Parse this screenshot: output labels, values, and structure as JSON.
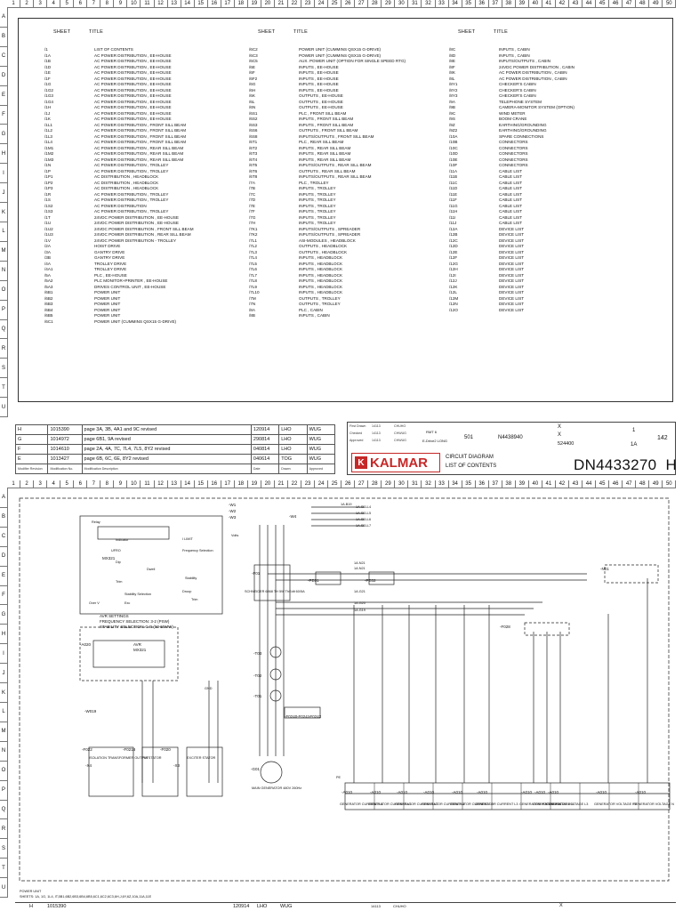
{
  "ruler_numbers": [
    "1",
    "2",
    "3",
    "4",
    "5",
    "6",
    "7",
    "8",
    "9",
    "10",
    "11",
    "12",
    "13",
    "14",
    "15",
    "16",
    "17",
    "18",
    "19",
    "20",
    "21",
    "22",
    "23",
    "24",
    "25",
    "26",
    "27",
    "28",
    "29",
    "30",
    "31",
    "32",
    "33",
    "34",
    "35",
    "36",
    "37",
    "38",
    "39",
    "40",
    "41",
    "42",
    "43",
    "44",
    "45",
    "46",
    "47",
    "48",
    "49",
    "50"
  ],
  "ruler_letters": [
    "A",
    "B",
    "C",
    "D",
    "E",
    "F",
    "G",
    "H",
    "I",
    "J",
    "K",
    "L",
    "M",
    "N",
    "O",
    "P",
    "Q",
    "R",
    "S",
    "T",
    "U"
  ],
  "contents": {
    "column_headers": [
      {
        "sheet": "SHEET",
        "title": "TITLE"
      },
      {
        "sheet": "SHEET",
        "title": "TITLE"
      },
      {
        "sheet": "SHEET",
        "title": "TITLE"
      }
    ],
    "columns": [
      [
        [
          "/1",
          "LIST OF CONTENTS"
        ],
        [
          "/1A",
          "AC POWER DISTRIBUTION , EE-HOUSE"
        ],
        [
          "/1B",
          "AC POWER DISTRIBUTION , EE-HOUSE"
        ],
        [
          "/1D",
          "AC POWER DISTRIBUTION , EE-HOUSE"
        ],
        [
          "/1E",
          "AC POWER DISTRIBUTION , EE-HOUSE"
        ],
        [
          "/1F",
          "AC POWER DISTRIBUTION , EE-HOUSE"
        ],
        [
          "/1G",
          "AC POWER DISTRIBUTION , EE-HOUSE"
        ],
        [
          "/1G2",
          "AC POWER DISTRIBUTION , EE-HOUSE"
        ],
        [
          "/1G3",
          "AC POWER DISTRIBUTION , EE-HOUSE"
        ],
        [
          "/1G4",
          "AC POWER DISTRIBUTION , EE-HOUSE"
        ],
        [
          "/1H",
          "AC POWER DISTRIBUTION , EE-HOUSE"
        ],
        [
          "/1J",
          "AC POWER DISTRIBUTION , EE-HOUSE"
        ],
        [
          "/1K",
          "AC POWER DISTRIBUTION , EE-HOUSE"
        ],
        [
          "/1L1",
          "AC POWER DISTRIBUTION , FRONT SILL BEAM"
        ],
        [
          "/1L2",
          "AC POWER DISTRIBUTION , FRONT SILL BEAM"
        ],
        [
          "/1L3",
          "AC POWER DISTRIBUTION , FRONT SILL BEAM"
        ],
        [
          "/1L4",
          "AC POWER DISTRIBUTION , FRONT SILL BEAM"
        ],
        [
          "/1M1",
          "AC POWER DISTRIBUTION , REAR SILL BEAM"
        ],
        [
          "/1M2",
          "AC POWER DISTRIBUTION , REAR SILL BEAM"
        ],
        [
          "/1M3",
          "AC POWER DISTRIBUTION , REAR SILL BEAM"
        ],
        [
          "/1N",
          "AC POWER DISTRIBUTION , TROLLEY"
        ],
        [
          "/1P",
          "AC POWER DISTRIBUTION , TROLLEY"
        ],
        [
          "/1P1",
          "AC DISTRIBUTION , HEADBLOCK"
        ],
        [
          "/1P2",
          "AC DISTRIBUTION , HEADBLOCK"
        ],
        [
          "/1P3",
          "AC DISTRIBUTION , HEADBLOCK"
        ],
        [
          "/1R",
          "AC POWER DISTRIBUTION , TROLLEY"
        ],
        [
          "/1S",
          "AC POWER DISTRIBUTION , TROLLEY"
        ],
        [
          "/1S2",
          "AC POWER DISTRIBUTION"
        ],
        [
          "/1S3",
          "AC POWER DISTRIBUTION , TROLLEY"
        ],
        [
          "/1T",
          "24VDC POWER DISTRIBUTION , EE-HOUSE"
        ],
        [
          "/1U",
          "24VDC POWER DISTRIBUTION , EE-HOUSE"
        ],
        [
          "/1U2",
          "24VDC POWER DISTRIBUTION , FRONT SILL BEAM"
        ],
        [
          "/1U3",
          "24VDC POWER DISTRIBUTION , REAR SILL BEAM"
        ],
        [
          "/1V",
          "24VDC POWER DISTRIBUTION - TROLLEY"
        ],
        [
          "/2A",
          "HOIST DRIVE"
        ],
        [
          "/3A",
          "GANTRY DRIVE"
        ],
        [
          "/3B",
          "GANTRY DRIVE"
        ],
        [
          "/4A",
          "TROLLEY DRIVE"
        ],
        [
          "/4A1",
          "TROLLEY DRIVE"
        ],
        [
          "/5A",
          "PLC , EE-HOUSE"
        ],
        [
          "/5A2",
          "PLC MONITOR+PRINTER , EE-HOUSE"
        ],
        [
          "/5A3",
          "DRIVES CONTROL UNIT , EE-HOUSE"
        ],
        [
          "/6B1",
          "POWER UNIT"
        ],
        [
          "/6B2",
          "POWER UNIT"
        ],
        [
          "/6B3",
          "POWER UNIT"
        ],
        [
          "/6B4",
          "POWER UNIT"
        ],
        [
          "/6B5",
          "POWER UNIT"
        ],
        [
          "/6C1",
          "POWER UNIT (CUMMINS QSX15 G-DRIVE)"
        ]
      ],
      [
        [
          "/6C2",
          "POWER UNIT (CUMMINS QSX15 G-DRIVE)"
        ],
        [
          "/6C3",
          "POWER UNIT (CUMMINS QSX15 G-DRIVE)"
        ],
        [
          "/6C5",
          "AUX. POWER UNIT (OPTION FOR SINGLE SPEED RTG)"
        ],
        [
          "/6E",
          "INPUTS , EE-HOUSE"
        ],
        [
          "/6F",
          "INPUTS , EE-HOUSE"
        ],
        [
          "/6F2",
          "INPUTS , EE-HOUSE"
        ],
        [
          "/6G",
          "INPUTS , EE-HOUSE"
        ],
        [
          "/6H",
          "INPUTS , EE-HOUSE"
        ],
        [
          "/6K",
          "OUTPUTS , EE-HOUSE"
        ],
        [
          "/6L",
          "OUTPUTS , EE-HOUSE"
        ],
        [
          "/6N",
          "OUTPUTS , EE-HOUSE"
        ],
        [
          "/6S1",
          "PLC , FRONT SILL BEAM"
        ],
        [
          "/6S2",
          "INPUTS , FRONT SILL BEAM"
        ],
        [
          "/6S3",
          "INPUTS , FRONT SILL BEAM"
        ],
        [
          "/6S6",
          "OUTPUTS , FRONT SILL BEAM"
        ],
        [
          "/6S8",
          "INPUTS/OUTPUTS , FRONT SILL BEAM"
        ],
        [
          "/6T1",
          "PLC , REAR SILL BEAM"
        ],
        [
          "/6T2",
          "INPUTS , REAR SILL BEAM"
        ],
        [
          "/6T3",
          "INPUTS , REAR SILL BEAM"
        ],
        [
          "/6T4",
          "INPUTS , REAR SILL BEAM"
        ],
        [
          "/6T5",
          "INPUTS/OUTPUTS , REAR SILL BEAM"
        ],
        [
          "/6T6",
          "OUTPUTS , REAR SILL BEAM"
        ],
        [
          "/6T8",
          "INPUTS/OUTPUTS , REAR SILL BEAM"
        ],
        [
          "/7A",
          "PLC , TROLLEY"
        ],
        [
          "/7B",
          "INPUTS , TROLLEY"
        ],
        [
          "/7C",
          "INPUTS , TROLLEY"
        ],
        [
          "/7D",
          "INPUTS , TROLLEY"
        ],
        [
          "/7E",
          "INPUTS , TROLLEY"
        ],
        [
          "/7F",
          "INPUTS , TROLLEY"
        ],
        [
          "/7G",
          "INPUTS , TROLLEY"
        ],
        [
          "/7H",
          "INPUTS , TROLLEY"
        ],
        [
          "/7K1",
          "INPUTS/OUTPUTS , SPREADER"
        ],
        [
          "/7K2",
          "INPUTS/OUTPUTS , SPREADER"
        ],
        [
          "/7L1",
          "ASI-MODULES , HEADBLOCK"
        ],
        [
          "/7L2",
          "OUTPUTS , HEADBLOCK"
        ],
        [
          "/7L3",
          "OUTPUTS , HEADBLOCK"
        ],
        [
          "/7L4",
          "INPUTS , HEADBLOCK"
        ],
        [
          "/7L5",
          "INPUTS , HEADBLOCK"
        ],
        [
          "/7L6",
          "INPUTS , HEADBLOCK"
        ],
        [
          "/7L7",
          "INPUTS , HEADBLOCK"
        ],
        [
          "/7L8",
          "INPUTS , HEADBLOCK"
        ],
        [
          "/7L9",
          "INPUTS , HEADBLOCK"
        ],
        [
          "/7L10",
          "INPUTS , HEADBLOCK"
        ],
        [
          "/7M",
          "OUTPUTS , TROLLEY"
        ],
        [
          "/7N",
          "OUTPUTS , TROLLEY"
        ],
        [
          "/8A",
          "PLC , CABIN"
        ],
        [
          "/8B",
          "INPUTS , CABIN"
        ]
      ],
      [
        [
          "/8C",
          "INPUTS , CABIN"
        ],
        [
          "/8D",
          "INPUTS , CABIN"
        ],
        [
          "/8E",
          "INPUTS/OUTPUTS , CABIN"
        ],
        [
          "/8F",
          "24VDC POWER DISTRIBUTION , CABIN"
        ],
        [
          "/8K",
          "AC POWER DISTRIBUTION , CABIN"
        ],
        [
          "/8L",
          "AC POWER DISTRIBUTION , CABIN"
        ],
        [
          "/8Y1",
          "CHECKER'S CABIN"
        ],
        [
          "/8Y2",
          "CHECKER'S CABIN"
        ],
        [
          "/8Y3",
          "CHECKER'S CABIN"
        ],
        [
          "/9A",
          "TELEPHONE SYSTEM"
        ],
        [
          "/9B",
          "CAMERA-MONITOR SYSTEM (OPTION)"
        ],
        [
          "/9C",
          "WIND METER"
        ],
        [
          "/9S",
          "BOOM CRANE"
        ],
        [
          "/9Z",
          "EARTHING/GROUNDING"
        ],
        [
          "/9Z2",
          "EARTHING/GROUNDING"
        ],
        [
          "/10A",
          "SPARE CONNECTIONS"
        ],
        [
          "/10B",
          "CONNECTORS"
        ],
        [
          "/10C",
          "CONNECTORS"
        ],
        [
          "/10D",
          "CONNECTORS"
        ],
        [
          "/10E",
          "CONNECTORS"
        ],
        [
          "/10F",
          "CONNECTORS"
        ],
        [
          "/11A",
          "CABLE LIST"
        ],
        [
          "/11B",
          "CABLE LIST"
        ],
        [
          "/11C",
          "CABLE LIST"
        ],
        [
          "/11D",
          "CABLE LIST"
        ],
        [
          "/11E",
          "CABLE LIST"
        ],
        [
          "/11F",
          "CABLE LIST"
        ],
        [
          "/11G",
          "CABLE LIST"
        ],
        [
          "/11H",
          "CABLE LIST"
        ],
        [
          "/11I",
          "CABLE LIST"
        ],
        [
          "/11J",
          "CABLE LIST"
        ],
        [
          "/12A",
          "DEVICE LIST"
        ],
        [
          "/12B",
          "DEVICE LIST"
        ],
        [
          "/12C",
          "DEVICE LIST"
        ],
        [
          "/12D",
          "DEVICE LIST"
        ],
        [
          "/12E",
          "DEVICE LIST"
        ],
        [
          "/12F",
          "DEVICE LIST"
        ],
        [
          "/12G",
          "DEVICE LIST"
        ],
        [
          "/12H",
          "DEVICE LIST"
        ],
        [
          "/12I",
          "DEVICE LIST"
        ],
        [
          "/12J",
          "DEVICE LIST"
        ],
        [
          "/12K",
          "DEVICE LIST"
        ],
        [
          "/12L",
          "DEVICE LIST"
        ],
        [
          "/12M",
          "DEVICE LIST"
        ],
        [
          "/12N",
          "DEVICE LIST"
        ],
        [
          "/12O",
          "DEVICE LIST"
        ]
      ]
    ]
  },
  "revisions": [
    {
      "rev": "H",
      "no": "1015390",
      "desc": "page 3A, 3B, 4A1 and 9C revised",
      "date": "120914",
      "by": "LHO",
      "app": "WUG"
    },
    {
      "rev": "G",
      "no": "1014972",
      "desc": "page 6B1, 9A revised",
      "date": "290814",
      "by": "LHO",
      "app": "WUG"
    },
    {
      "rev": "F",
      "no": "1014610",
      "desc": "page 2A, 4A, 7C, 7L4, 7L5, 8Y2 revised",
      "date": "040814",
      "by": "LHO",
      "app": "WUG"
    },
    {
      "rev": "E",
      "no": "1013427",
      "desc": "page 6B, 6C, 6E, 8Y2 revised",
      "date": "040614",
      "by": "TOG",
      "app": "WUG"
    }
  ],
  "revision_footer": {
    "c1": "Modifier Revision",
    "c2": "Modification No.",
    "c3": "Modification Description",
    "c4": "Date",
    "c5": "Drawn",
    "c6": "Approved"
  },
  "title_block": {
    "logo": "KALMAR",
    "drawing_type": "CIRCUIT DIAGRAM",
    "sheet_title": "LIST OF CONTENTS",
    "drawing_no": "DN4433270",
    "revision": "H",
    "sheet": "1",
    "sheets": "142",
    "item1": "501",
    "item2": "N4438940",
    "item3": "524400",
    "item4": "X",
    "item5": "X",
    "item6": "1A",
    "drawn": "14113",
    "drawn_by": "CHUHO",
    "checked_by": "CHWUG",
    "product": "RMT 6",
    "product2": "E-Drive2 LONG",
    "tiny_first": "First Drawn",
    "tiny_checked": "Checked",
    "tiny_approved": "Approved"
  },
  "schematic": {
    "avr_settings": [
      "AVR SETTINGS",
      "FREQUENCY SELECTION: 3-2 (PSW)",
      "STABILITY SELECTION: C-B (50-55MW)"
    ],
    "avr_label": "AVR",
    "avr_model": "MX321",
    "avr_tag": "-A020",
    "pcb_title": "MX321",
    "relay": "Relay",
    "volts": "Volts",
    "indicator": "Indicator",
    "ufro": "UFRO",
    "limit": "I LIMIT",
    "dip": "Dip",
    "freq": "Frequency Selection",
    "dwell": "Dwell",
    "trim": "Trim",
    "stability": "Stability",
    "stab_sel": "Stability Selection",
    "over_v": "Over V",
    "exc": "Exc",
    "droop": "Droop",
    "ttrim": "Trim",
    "gnd": "GND",
    "tags": [
      "-W1",
      "-W2",
      "-W3",
      "-W4",
      "-F01",
      "-PE01",
      "-PE02",
      "-T03",
      "-T02",
      "-T01",
      "-F0240",
      "-F0241",
      "-F0242",
      "-G01",
      "-W019",
      "-F022",
      "-F0218",
      "-X4",
      "-X3",
      "-F020",
      "-N01",
      "-F028"
    ],
    "wire_top": [
      "1A.B19",
      "1A.N21",
      "1A.N21",
      "1A.G21",
      "1A.G20",
      "1A.G19"
    ],
    "bus": [
      "1A.SELL4",
      "1A.SELL5",
      "1A.SELL6",
      "1A.SELL7"
    ],
    "breaker": "SCHNEIDER 6868 TH 5W ThEdit 60/5A",
    "g01": "MAIN GENERATOR 480V 260Hz",
    "pe": "PE",
    "iso": "ISOLATION TRANSFORMER OUTPUT",
    "pmstator": "PM STATOR",
    "exciter": "EXCITER STATOR",
    "terminals": [
      "-A010",
      "-A010",
      "-A010",
      "-A010",
      "-A010",
      "-A010",
      "-A010",
      "-A010",
      "-A010",
      "-A010",
      "-A010"
    ],
    "terminal_caps": [
      "GENERATOR CURRENT L1",
      "GENERATOR CURRENT L1",
      "GENERATOR CURRENT L2",
      "GENERATOR CURRENT L2",
      "GENERATOR CURRENT L3",
      "GENERATOR CURRENT L3",
      "GENERATOR VOLTAGE L1",
      "GENERATOR VOLTAGE L2",
      "GENERATOR VOLTAGE L3",
      "GENERATOR VOLTAGE PE",
      "GENERATOR VOLTAGE N"
    ],
    "footer": [
      "POWER UNIT",
      "SHEETS: 1A, 1G, 1L4, IT,5B1,6B2,6B3,6B4,6B5,6C1,6C2,6C3,6H,J,6Y,6Z,10A,11A,11E"
    ]
  },
  "bottom_strip": {
    "rev": "H",
    "no": "1015390",
    "date": "120914",
    "by": "LHO",
    "app": "WUG",
    "d": "14113",
    "n": "CHUHO",
    "x": "X"
  }
}
